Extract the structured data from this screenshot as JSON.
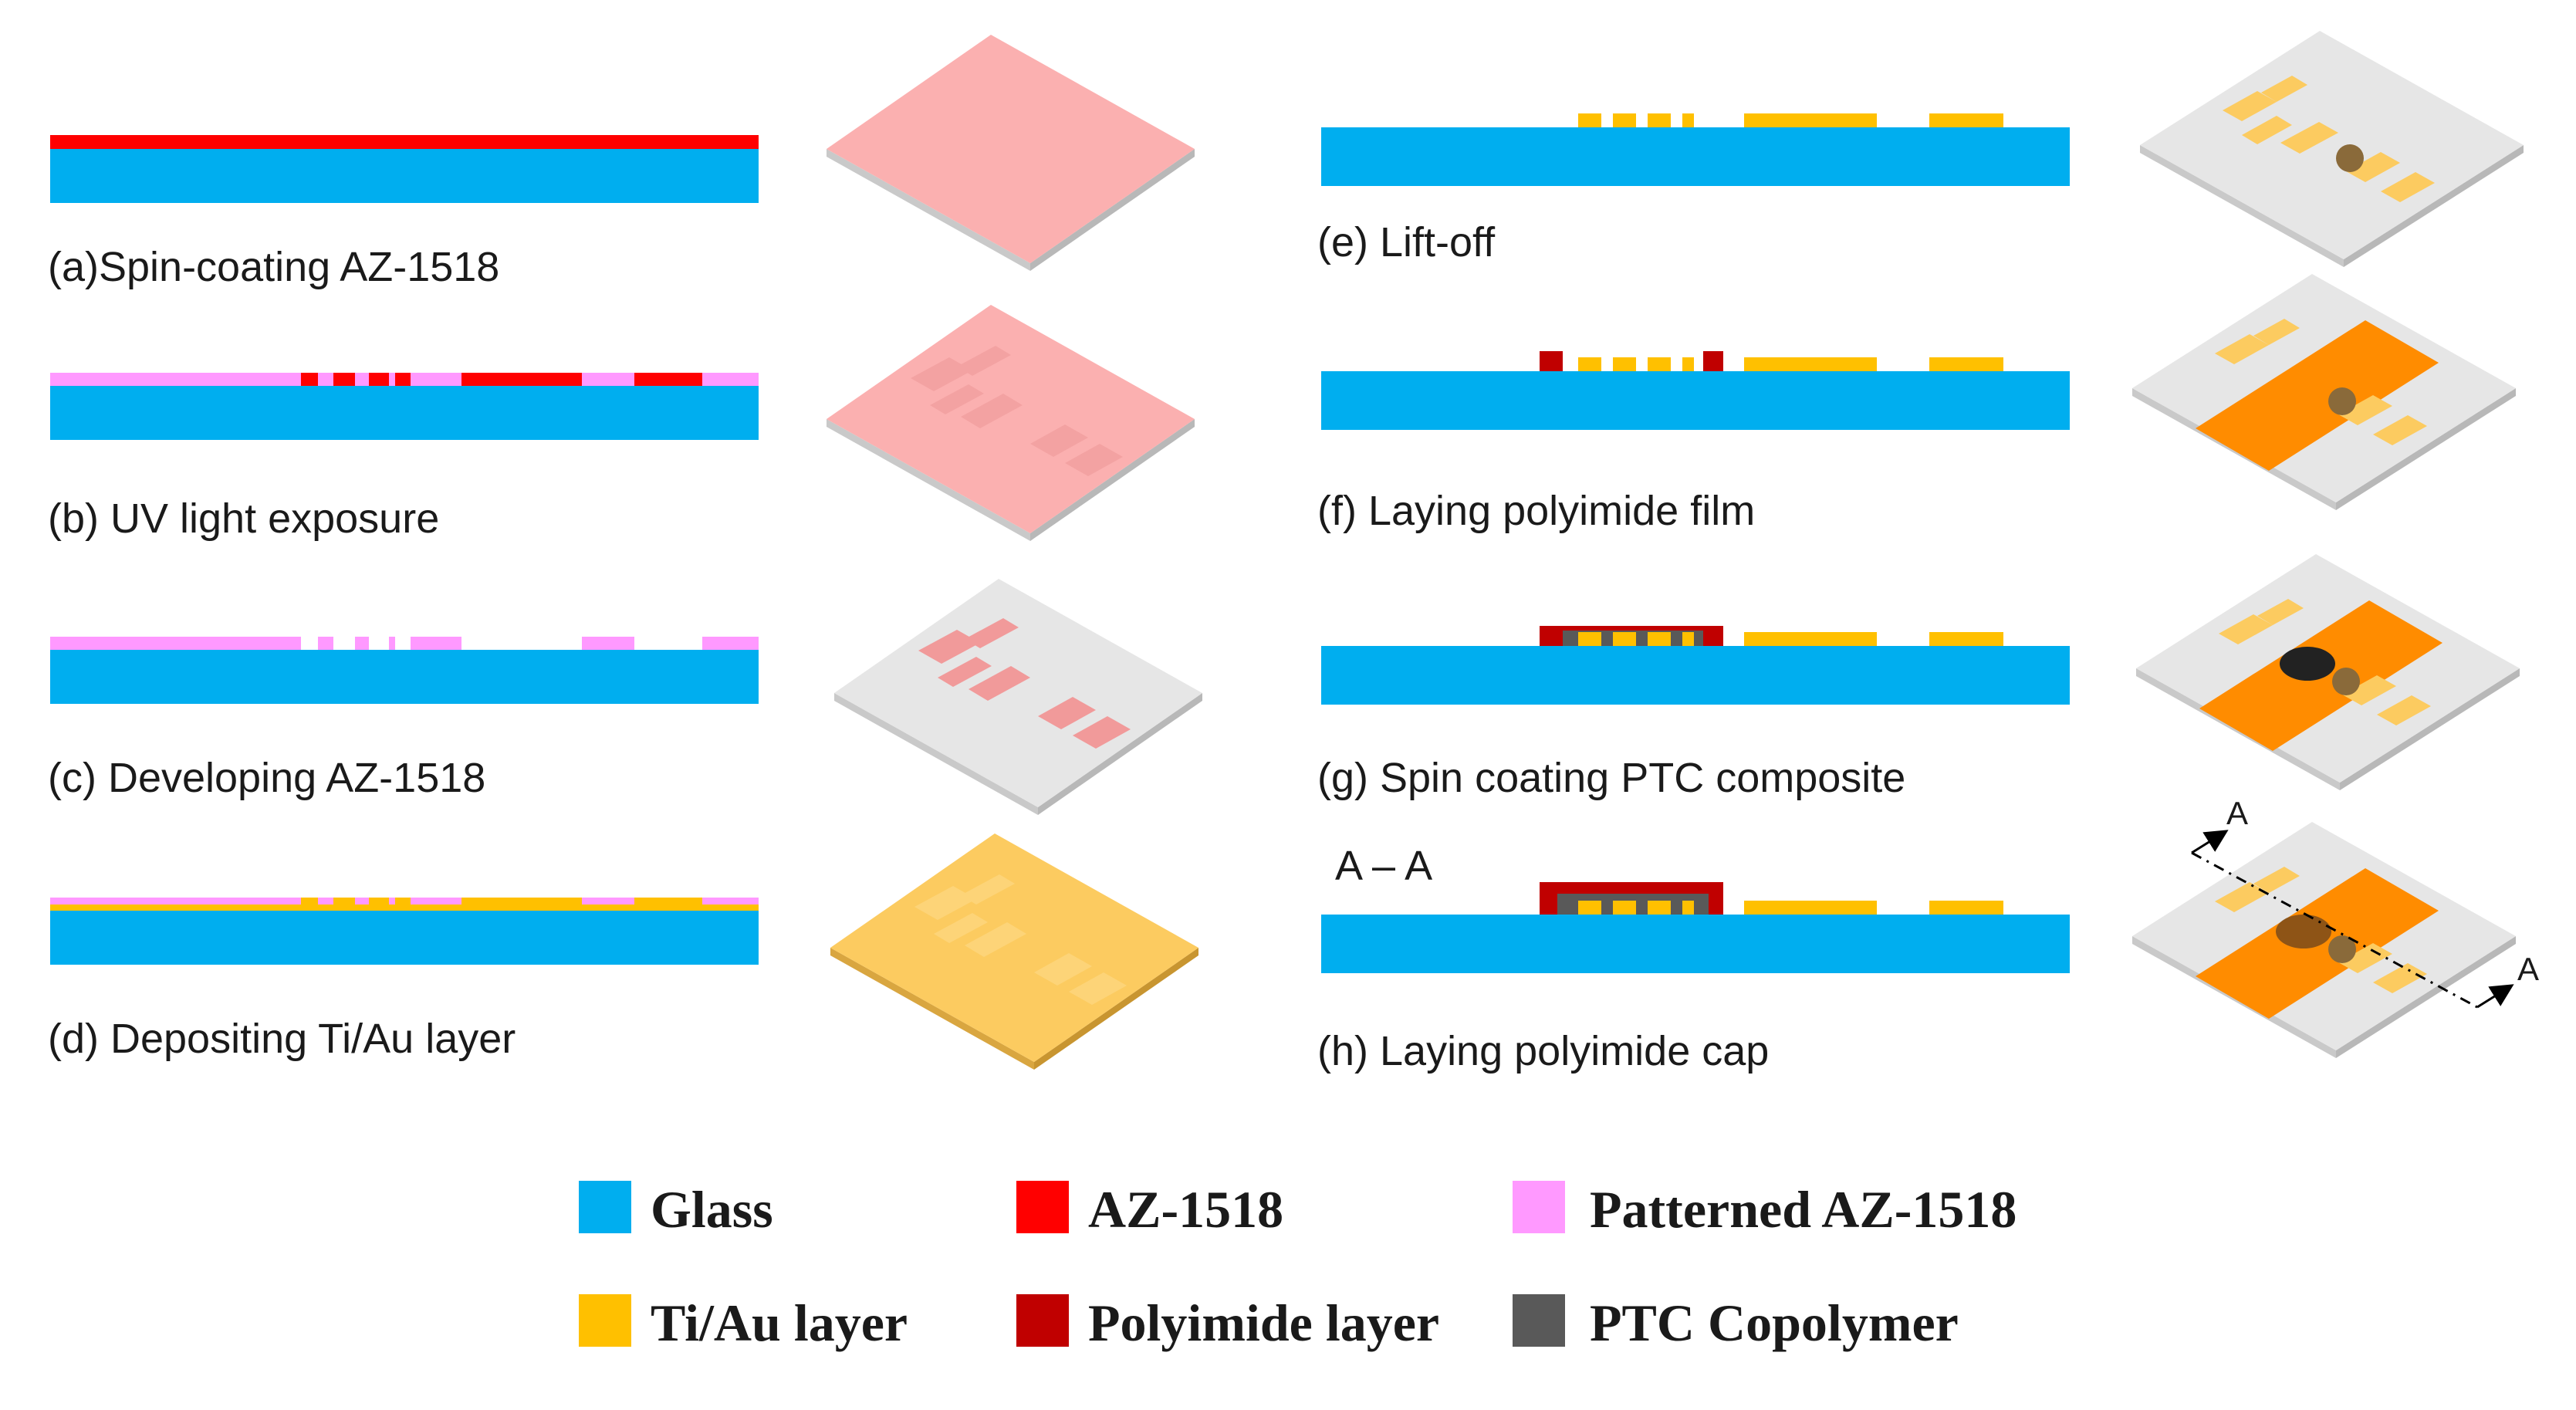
{
  "colors": {
    "glass": "#00AEEF",
    "az1518": "#FF0000",
    "patterned_az1518": "#FF99FF",
    "tiau": "#FFC000",
    "polyimide": "#C00000",
    "ptc": "#595959",
    "wafer_pink": "#FBB0B0",
    "wafer_gray": "#E6E6E6",
    "wafer_gold": "#FCCB60",
    "film_orange": "#FF8C00"
  },
  "steps": [
    {
      "id": "a",
      "label": "(a)Spin-coating AZ-1518"
    },
    {
      "id": "b",
      "label": "(b) UV light exposure"
    },
    {
      "id": "c",
      "label": "(c) Developing AZ-1518"
    },
    {
      "id": "d",
      "label": "(d) Depositing Ti/Au layer"
    },
    {
      "id": "e",
      "label": "(e) Lift-off"
    },
    {
      "id": "f",
      "label": "(f) Laying polyimide film"
    },
    {
      "id": "g",
      "label": "(g) Spin coating PTC composite"
    },
    {
      "id": "h",
      "label": "(h) Laying polyimide cap"
    }
  ],
  "section": {
    "label": "A – A",
    "marker": "A"
  },
  "legend": [
    {
      "label": "Glass",
      "color_key": "glass",
      "icon": "glass-swatch"
    },
    {
      "label": "AZ-1518",
      "color_key": "az1518",
      "icon": "az1518-swatch"
    },
    {
      "label": "Patterned AZ-1518",
      "color_key": "patterned_az1518",
      "icon": "patterned-az1518-swatch"
    },
    {
      "label": "Ti/Au layer",
      "color_key": "tiau",
      "icon": "tiau-swatch"
    },
    {
      "label": "Polyimide layer",
      "color_key": "polyimide",
      "icon": "polyimide-swatch"
    },
    {
      "label": "PTC Copolymer",
      "color_key": "ptc",
      "icon": "ptc-swatch"
    }
  ]
}
